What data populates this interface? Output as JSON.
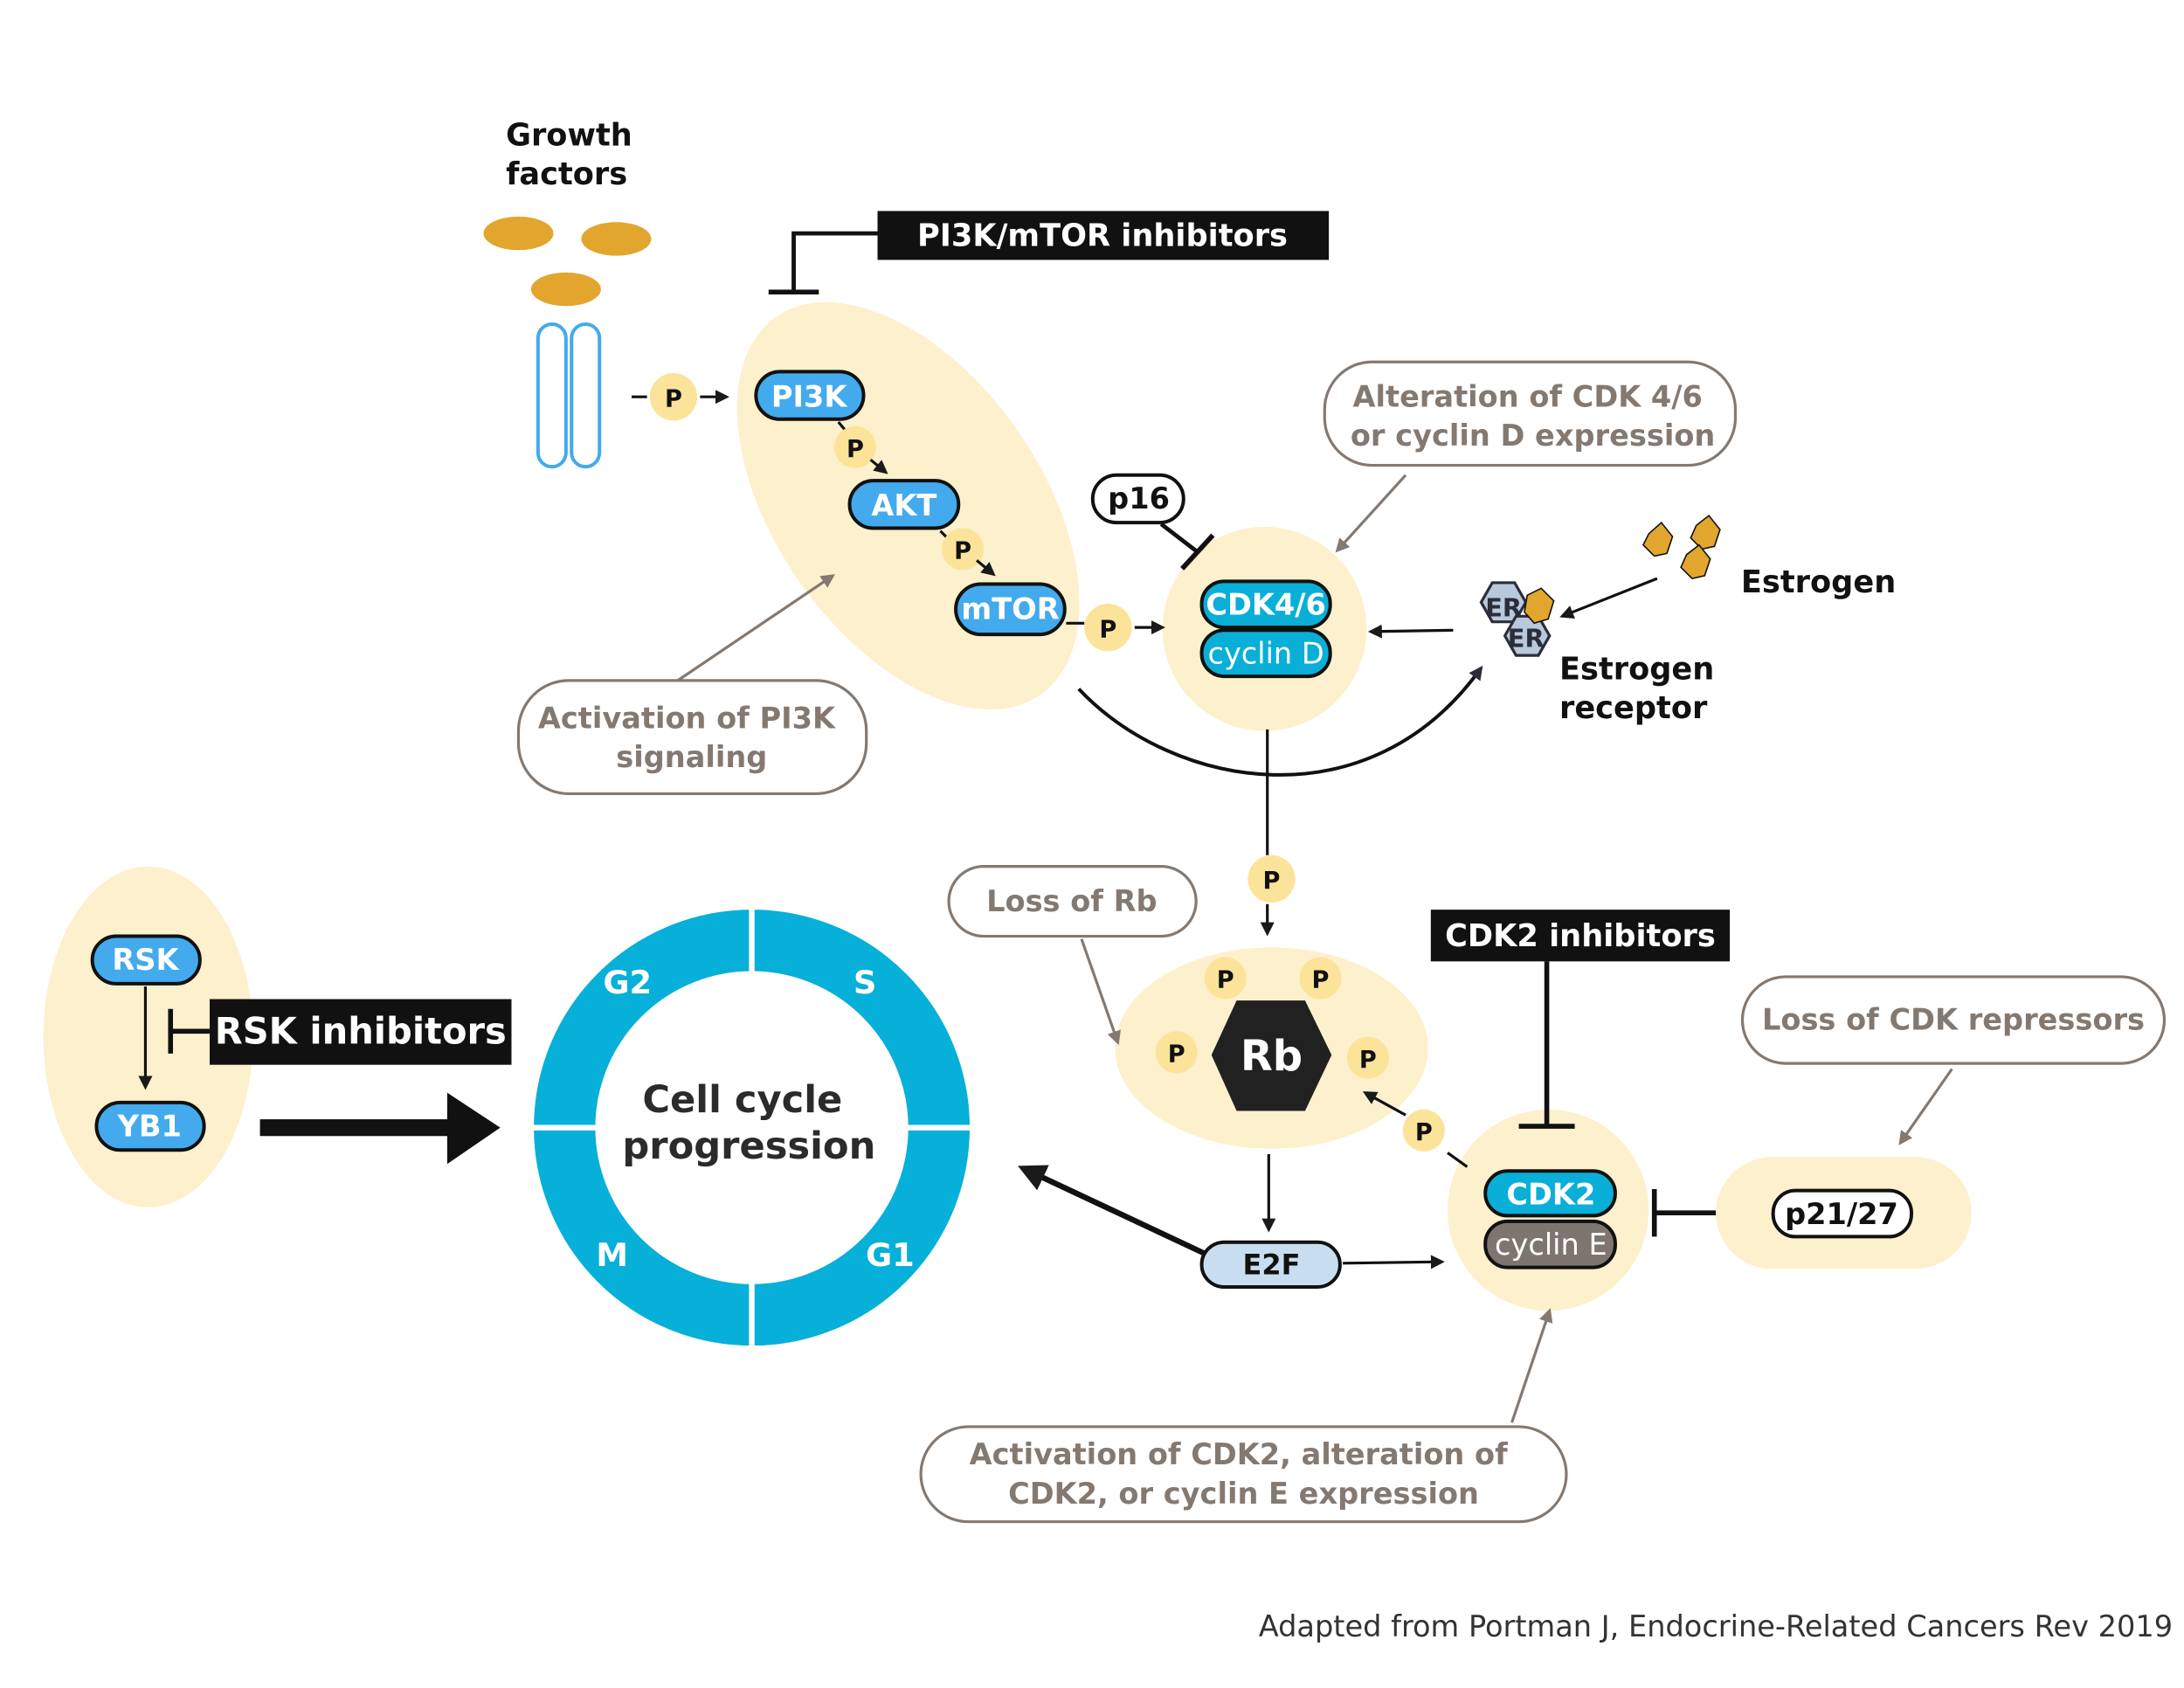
{
  "colors": {
    "cream": "#fdf0cc",
    "gold": "#e2a52d",
    "phospho": "#fbe49a",
    "protein_blue": "#43aaed",
    "light_blue": "#c8def0",
    "teal": "#09afd6",
    "ring_teal": "#07b0d8",
    "brown_gray": "#847971",
    "cyclin_e_gray": "#7f7570",
    "dark": "#212121",
    "er_fill": "#b8c9dc"
  },
  "labels": {
    "growth_factors": [
      "Growth",
      "factors"
    ],
    "pi3k_inhibitors": "PI3K/mTOR inhibitors",
    "phospho": "P",
    "pi3k": "PI3K",
    "akt": "AKT",
    "mtor": "mTOR",
    "p16": "p16",
    "cdk46": "CDK4/6",
    "cyclin_d": "cyclin D",
    "alteration_cdk46": [
      "Alteration of CDK 4/6",
      "or cyclin D expression"
    ],
    "estrogen": "Estrogen",
    "er": "ER",
    "estrogen_receptor": [
      "Estrogen",
      "receptor"
    ],
    "activation_pi3k": [
      "Activation of PI3K",
      "signaling"
    ],
    "loss_rb": "Loss of Rb",
    "rb": "Rb",
    "cdk2_inhibitors": "CDK2 inhibitors",
    "loss_cdk_repressors": "Loss of CDK repressors",
    "rsk": "RSK",
    "yb1": "YB1",
    "rsk_inhibitors": "RSK inhibitors",
    "cell_cycle": [
      "Cell cycle",
      "progression"
    ],
    "phase_g2": "G2",
    "phase_s": "S",
    "phase_m": "M",
    "phase_g1": "G1",
    "cdk2": "CDK2",
    "cyclin_e": "cyclin E",
    "p2127": "p21/27",
    "e2f": "E2F",
    "activation_cdk2": [
      "Activation of CDK2, alteration of",
      "CDK2, or  cyclin E expression"
    ],
    "credit": "Adapted from Portman J, Endocrine-Related Cancers Rev 2019"
  }
}
